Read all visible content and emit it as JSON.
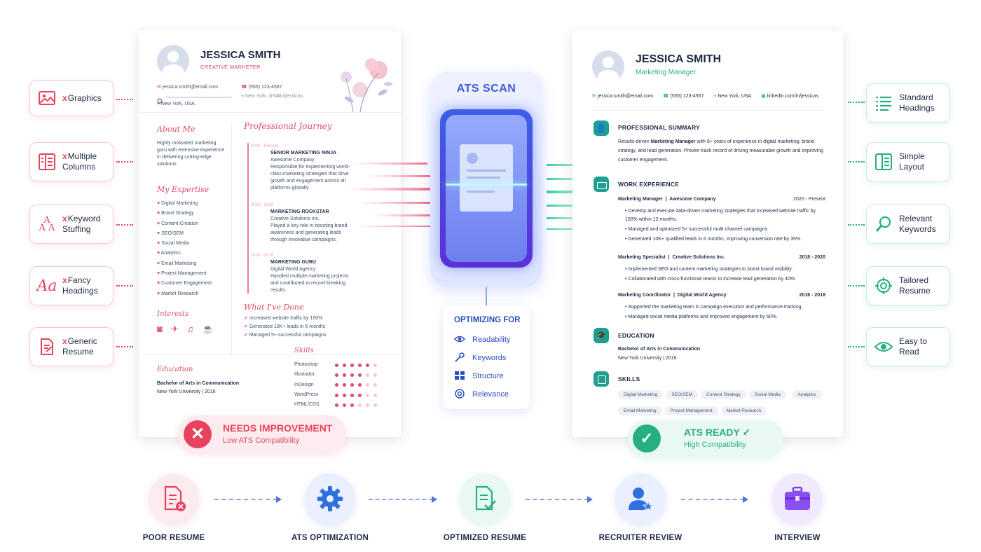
{
  "left_badges": [
    {
      "icon": "image-icon",
      "label": "Graphics"
    },
    {
      "icon": "columns-icon",
      "label": "Multiple Columns"
    },
    {
      "icon": "keyword-stuffing-icon",
      "label": "Keyword Stuffing"
    },
    {
      "icon": "fancy-font-icon",
      "label": "Fancy Headings"
    },
    {
      "icon": "generic-document-icon",
      "label": "Generic Resume"
    }
  ],
  "right_badges": [
    {
      "icon": "list-icon",
      "label": "Standard Headings"
    },
    {
      "icon": "layout-icon",
      "label": "Simple Layout"
    },
    {
      "icon": "search-icon",
      "label": "Relevant Keywords"
    },
    {
      "icon": "target-icon",
      "label": "Tailored Resume"
    },
    {
      "icon": "eye-icon",
      "label": "Easy to Read"
    }
  ],
  "poor_resume": {
    "name": "JESSICA SMITH",
    "role": "CREATIVE MARKETER",
    "email": "jessica.smith@email.com",
    "phone": "(555) 123-4567",
    "location1": "New York, USA",
    "social": "#in/jessicas",
    "location2": "New York, USA",
    "about_title": "About Me",
    "about_text": "Highly motivated marketing guru with extensive experience in delivering cutting-edge solutions.",
    "expertise_title": "My Expertise",
    "expertise": [
      "Digital Marketing",
      "Brand Strategy",
      "Content Creation",
      "SEO/SEM",
      "Social Media",
      "Analytics",
      "Email Marketing",
      "Project Management",
      "Customer Engagement",
      "Market Research"
    ],
    "interests_title": "Interests",
    "journey_title": "Professional Journey",
    "jobs": [
      {
        "dates": "2020 - Present",
        "title": "SENIOR MARKETING NINJA",
        "company": "Awesome Company",
        "desc": "Responsible for implementing world-class marketing strategies that drive growth and engagement across all platforms globally."
      },
      {
        "dates": "2018 - 2020",
        "title": "MARKETING ROCKSTAR",
        "company": "Creative Solutions Inc.",
        "desc": "Played a key role in boosting brand awareness and generating leads through innovative campaigns."
      },
      {
        "dates": "2016 - 2018",
        "title": "MARKETING GURU",
        "company": "Digital World Agency",
        "desc": "Handled multiple marketing projects and contributed to record-breaking results."
      }
    ],
    "done_title": "What I've Done",
    "done": [
      "Increased website traffic by 150%",
      "Generated 10K+ leads in 6 months",
      "Managed 5+ successful campaigns"
    ],
    "education_title": "Education",
    "degree": "Bachelor of Arts in Communication",
    "school": "New York University  |  2016",
    "skills_title": "Skills",
    "skills": [
      {
        "name": "Photoshop",
        "level": 5
      },
      {
        "name": "Illustrator",
        "level": 4
      },
      {
        "name": "InDesign",
        "level": 4
      },
      {
        "name": "WordPress",
        "level": 4
      },
      {
        "name": "HTML/CSS",
        "level": 3
      }
    ],
    "status_title": "NEEDS IMPROVEMENT",
    "status_sub": "Low ATS Compatibility"
  },
  "scan": {
    "title": "ATS SCAN",
    "optimizing_title": "OPTIMIZING FOR",
    "items": [
      {
        "icon": "eye-icon",
        "label": "Readability"
      },
      {
        "icon": "key-icon",
        "label": "Keywords"
      },
      {
        "icon": "grid-icon",
        "label": "Structure"
      },
      {
        "icon": "target-icon",
        "label": "Relevance"
      }
    ]
  },
  "good_resume": {
    "name": "JESSICA SMITH",
    "role": "Marketing Manager",
    "email": "jessica.smith@email.com",
    "phone": "(555) 123-4567",
    "location": "New York, USA",
    "linkedin": "linkedin.com/in/jessicas",
    "summary_title": "PROFESSIONAL SUMMARY",
    "summary_pre": "Results-driven ",
    "summary_bold": "Marketing Manager",
    "summary_post": " with 6+ years of experience in digital marketing, brand strategy, and lead generation. Proven track record of driving measurable growth and improving customer engagement.",
    "experience_title": "WORK EXPERIENCE",
    "jobs": [
      {
        "title": "Marketing Manager",
        "company": "Awesome Company",
        "dates": "2020 - Present",
        "bullets": [
          "Develop and execute data-driven marketing strategies that increased website traffic by 150% within 12 months.",
          "Managed and optimized 5+ successful multi-channel campaigns.",
          "Generated 10K+ qualified leads in 6 months, improving conversion rate by 35%."
        ]
      },
      {
        "title": "Marketing Specialist",
        "company": "Creative Solutions Inc.",
        "dates": "2018 - 2020",
        "bullets": [
          "Implemented SEO and content marketing strategies to boost brand visibility.",
          "Collaborated with cross-functional teams to increase lead generation by 40%."
        ]
      },
      {
        "title": "Marketing Coordinator",
        "company": "Digital World Agency",
        "dates": "2016 - 2018",
        "bullets": [
          "Supported the marketing team in campaign execution and performance tracking.",
          "Managed social media platforms and improved engagement by 60%."
        ]
      }
    ],
    "education_title": "EDUCATION",
    "degree": "Bachelor of Arts in Communication",
    "school": "New York University  |  2016",
    "skills_title": "SKILLS",
    "skills": [
      "Digital Marketing",
      "SEO/SEM",
      "Content Strategy",
      "Social Media",
      "Analytics",
      "Email Marketing",
      "Project Management",
      "Market Research"
    ],
    "status_title": "ATS READY ✓",
    "status_sub": "High Compatibility"
  },
  "flow": [
    {
      "icon": "poor-resume-icon",
      "label": "POOR RESUME"
    },
    {
      "icon": "gear-icon",
      "label": "ATS OPTIMIZATION"
    },
    {
      "icon": "optimized-resume-icon",
      "label": "OPTIMIZED RESUME"
    },
    {
      "icon": "recruiter-icon",
      "label": "RECRUITER REVIEW"
    },
    {
      "icon": "briefcase-icon",
      "label": "INTERVIEW"
    }
  ],
  "colors": {
    "bad": "#e8435e",
    "good": "#27b07f",
    "scan": "#3b5bdb",
    "navy": "#1f2a44"
  }
}
